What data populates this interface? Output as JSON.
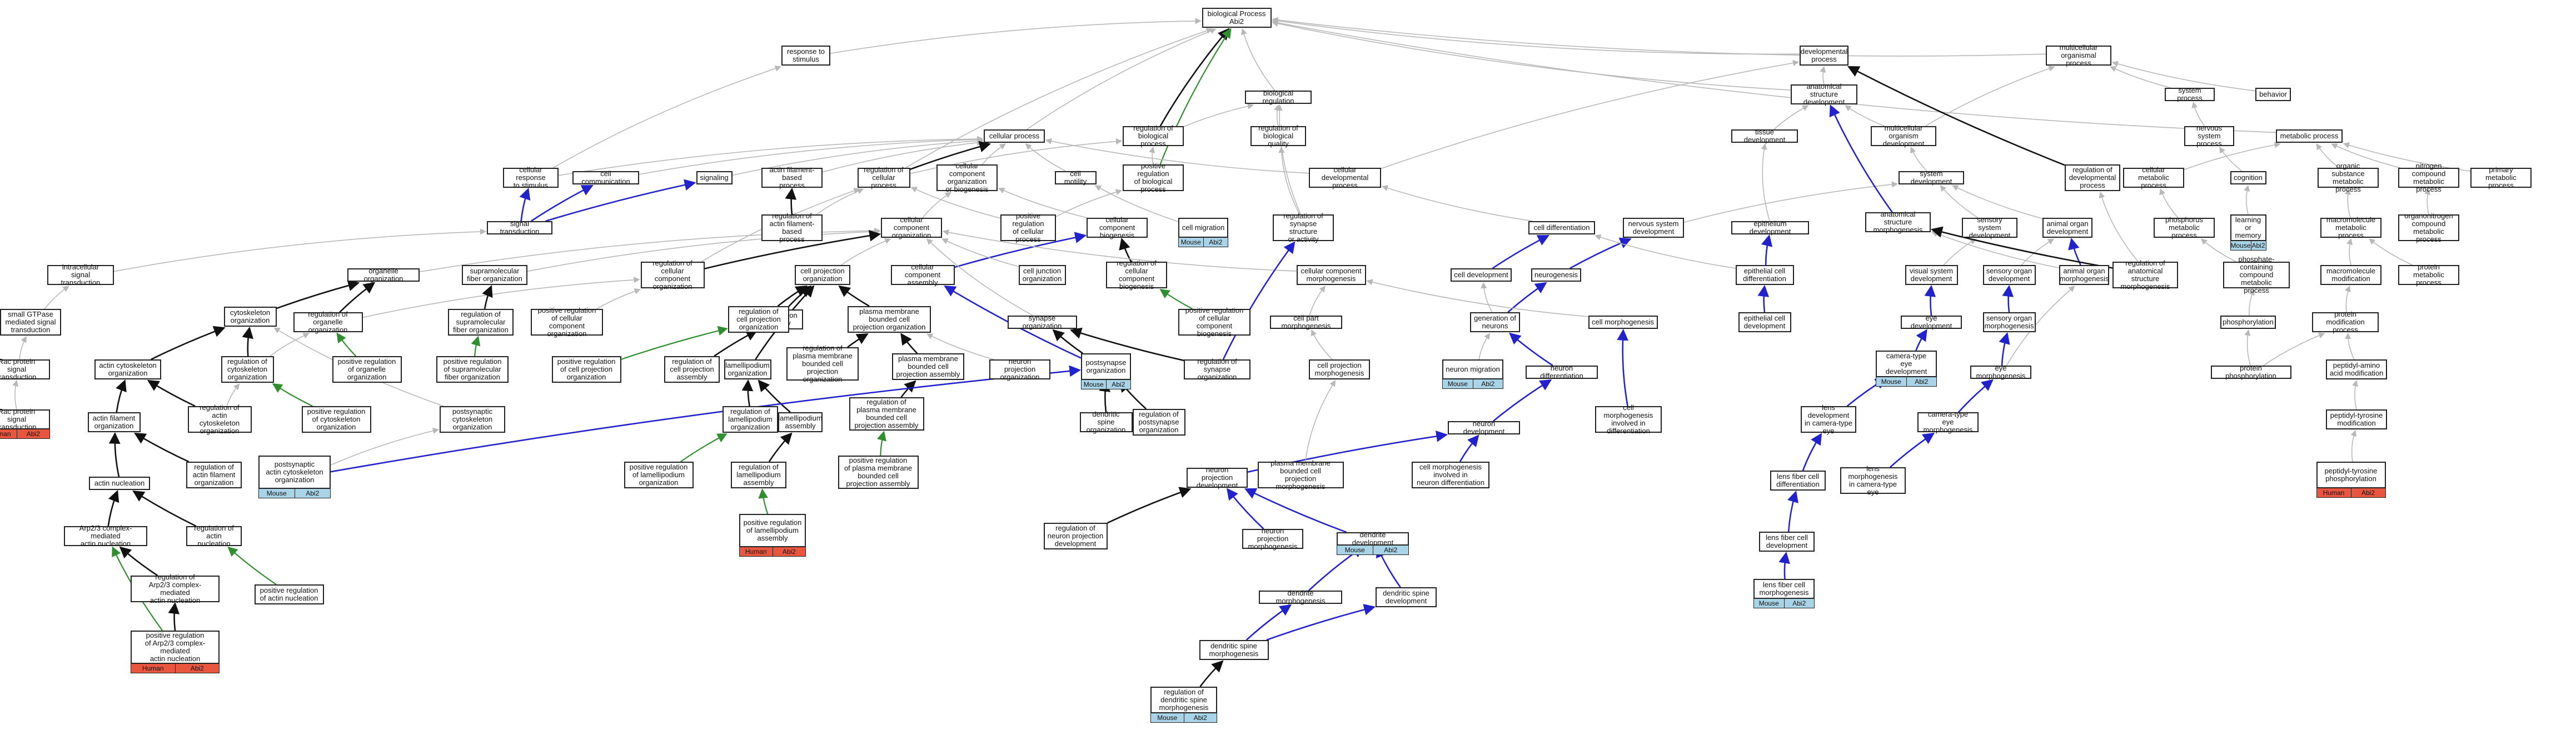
{
  "colors": {
    "human": "#e8563f",
    "mouse": "#a9d3e6",
    "edge_gray": "#b8b8b8",
    "edge_black": "#111111",
    "edge_blue": "#2222cc",
    "edge_green": "#2f8f2f"
  },
  "tag_labels": {
    "human": "Human",
    "mouse": "Mouse",
    "gene": "Abi2"
  },
  "nodes": [
    {
      "id": "bp",
      "label": "biological Process\nAbi2"
    },
    {
      "id": "resp",
      "label": "response to\nstimulus"
    },
    {
      "id": "dev",
      "label": "developmental\nprocess"
    },
    {
      "id": "multi",
      "label": "multicellular\norganismal process"
    },
    {
      "id": "bioreg",
      "label": "biological regulation"
    },
    {
      "id": "asd",
      "label": "anatomical structure\ndevelopment"
    },
    {
      "id": "sysproc",
      "label": "system process"
    },
    {
      "id": "behavior",
      "label": "behavior"
    },
    {
      "id": "cellproc",
      "label": "cellular process"
    },
    {
      "id": "regbp",
      "label": "regulation of\nbiological process"
    },
    {
      "id": "regbq",
      "label": "regulation of\nbiological quality"
    },
    {
      "id": "tissue",
      "label": "tissue development"
    },
    {
      "id": "mod",
      "label": "multicellular\norganism development"
    },
    {
      "id": "nsp",
      "label": "nervous system\nprocess"
    },
    {
      "id": "metab",
      "label": "metabolic process"
    },
    {
      "id": "crs",
      "label": "cellular response\nto stimulus"
    },
    {
      "id": "cellcomm",
      "label": "cell communication"
    },
    {
      "id": "signaling",
      "label": "signaling"
    },
    {
      "id": "afbp",
      "label": "actin filament-based\nprocess"
    },
    {
      "id": "regcp",
      "label": "regulation of\ncellular process"
    },
    {
      "id": "ccob",
      "label": "cellular component\norganization\nor biogenesis"
    },
    {
      "id": "motility",
      "label": "cell motility"
    },
    {
      "id": "posregbp",
      "label": "positive regulation\nof biological\nprocess"
    },
    {
      "id": "cdp",
      "label": "cellular developmental\nprocess"
    },
    {
      "id": "sysdev",
      "label": "system development"
    },
    {
      "id": "regdev",
      "label": "regulation of\ndevelopmental\nprocess"
    },
    {
      "id": "cmp",
      "label": "cellular metabolic\nprocess"
    },
    {
      "id": "cognition",
      "label": "cognition"
    },
    {
      "id": "osmp",
      "label": "organic substance\nmetabolic process"
    },
    {
      "id": "ncmp",
      "label": "nitrogen compound\nmetabolic process"
    },
    {
      "id": "pmp",
      "label": "primary metabolic\nprocess"
    },
    {
      "id": "sigtrans",
      "label": "signal transduction"
    },
    {
      "id": "regafbp",
      "label": "regulation of\nactin filament-based\nprocess"
    },
    {
      "id": "cco",
      "label": "cellular component\norganization"
    },
    {
      "id": "posregcp",
      "label": "positive regulation\nof cellular\nprocess"
    },
    {
      "id": "ccb",
      "label": "cellular component\nbiogenesis"
    },
    {
      "id": "migration",
      "label": "cell migration"
    },
    {
      "id": "regsyn",
      "label": "regulation of\nsynapse structure\nor activity"
    },
    {
      "id": "celldiff",
      "label": "cell differentiation"
    },
    {
      "id": "nsd",
      "label": "nervous system\ndevelopment"
    },
    {
      "id": "epidev",
      "label": "epithelium development"
    },
    {
      "id": "asm",
      "label": "anatomical structure\nmorphogenesis"
    },
    {
      "id": "sensdev",
      "label": "sensory system\ndevelopment"
    },
    {
      "id": "aod",
      "label": "animal organ\ndevelopment"
    },
    {
      "id": "phosmp",
      "label": "phosphorus metabolic\nprocess"
    },
    {
      "id": "learning",
      "label": "learning or\nmemory"
    },
    {
      "id": "macromp",
      "label": "macromolecule\nmetabolic process"
    },
    {
      "id": "ocmp",
      "label": "organonitrogen\ncompound metabolic\nprocess"
    },
    {
      "id": "ist",
      "label": "intracellular\nsignal transduction"
    },
    {
      "id": "orgorg",
      "label": "organelle organization"
    },
    {
      "id": "supfib",
      "label": "supramolecular\nfiber organization"
    },
    {
      "id": "regcco",
      "label": "regulation of\ncellular component\norganization"
    },
    {
      "id": "cpo",
      "label": "cell projection\norganization"
    },
    {
      "id": "cca",
      "label": "cellular component\nassembly"
    },
    {
      "id": "junction",
      "label": "cell junction\norganization"
    },
    {
      "id": "regccb",
      "label": "regulation of\ncellular component\nbiogenesis"
    },
    {
      "id": "ccmorph",
      "label": "cellular component\nmorphogenesis"
    },
    {
      "id": "celldev",
      "label": "cell development"
    },
    {
      "id": "neurogenesis",
      "label": "neurogenesis"
    },
    {
      "id": "epidiff",
      "label": "epithelial cell\ndifferentiation"
    },
    {
      "id": "visdev",
      "label": "visual system\ndevelopment"
    },
    {
      "id": "soddev",
      "label": "sensory organ\ndevelopment"
    },
    {
      "id": "aom",
      "label": "animal organ\nmorphogenesis"
    },
    {
      "id": "regasm",
      "label": "regulation of\nanatomical structure\nmorphogenesis"
    },
    {
      "id": "pccmp",
      "label": "phosphate-containing\ncompound metabolic\nprocess"
    },
    {
      "id": "mmod",
      "label": "macromolecule\nmodification"
    },
    {
      "id": "protmp",
      "label": "protein metabolic\nprocess"
    },
    {
      "id": "smallgtp",
      "label": "small GTPase\nmediated signal\ntransduction"
    },
    {
      "id": "cytorg",
      "label": "cytoskeleton\norganization"
    },
    {
      "id": "regorg",
      "label": "regulation of\norganelle organization"
    },
    {
      "id": "regsupfib",
      "label": "regulation of\nsupramolecular\nfiber organization"
    },
    {
      "id": "posregcco",
      "label": "positive regulation\nof cellular\ncomponent organization"
    },
    {
      "id": "cpa",
      "label": "cell projection\nassembly"
    },
    {
      "id": "regcpo",
      "label": "regulation of\ncell projection\norganization"
    },
    {
      "id": "pmbcp",
      "label": "plasma membrane\nbounded cell\nprojection organization"
    },
    {
      "id": "synorg",
      "label": "synapse organization"
    },
    {
      "id": "posregccb",
      "label": "positive regulation\nof cellular\ncomponent biogenesis"
    },
    {
      "id": "cellpartmorph",
      "label": "cell part morphogenesis"
    },
    {
      "id": "gen",
      "label": "generation of\nneurons"
    },
    {
      "id": "cellmorph",
      "label": "cell morphogenesis"
    },
    {
      "id": "epidevcell",
      "label": "epithelial cell\ndevelopment"
    },
    {
      "id": "eyedev",
      "label": "eye development"
    },
    {
      "id": "somorph",
      "label": "sensory organ\nmorphogenesis"
    },
    {
      "id": "phosphorylation",
      "label": "phosphorylation"
    },
    {
      "id": "protmod",
      "label": "protein modification\nprocess"
    },
    {
      "id": "rac",
      "label": "Rac protein\nsignal transduction"
    },
    {
      "id": "actinorg",
      "label": "actin cytoskeleton\norganization"
    },
    {
      "id": "regcyt",
      "label": "regulation of\ncytoskeleton\norganization"
    },
    {
      "id": "posregorg",
      "label": "positive regulation\nof organelle\norganization"
    },
    {
      "id": "posregsup",
      "label": "positive regulation\nof supramolecular\nfiber organization"
    },
    {
      "id": "posregcpo",
      "label": "positive regulation\nof cell projection\norganization"
    },
    {
      "id": "regcpa",
      "label": "regulation of\ncell projection\nassembly"
    },
    {
      "id": "lamorg",
      "label": "lamellipodium\norganization"
    },
    {
      "id": "regpmbcp",
      "label": "regulation of\nplasma membrane\nbounded cell\nprojection organization"
    },
    {
      "id": "pmbcpa",
      "label": "plasma membrane\nbounded cell\nprojection assembly"
    },
    {
      "id": "npo",
      "label": "neuron projection\norganization"
    },
    {
      "id": "postsyn",
      "label": "postsynapse\norganization"
    },
    {
      "id": "regsynorg",
      "label": "regulation of\nsynapse organization"
    },
    {
      "id": "cpmorph",
      "label": "cell projection\nmorphogenesis"
    },
    {
      "id": "neuromig",
      "label": "neuron migration"
    },
    {
      "id": "neurodiff",
      "label": "neuron differentiation"
    },
    {
      "id": "camdev",
      "label": "camera-type\neye development"
    },
    {
      "id": "eyemorph",
      "label": "eye morphogenesis"
    },
    {
      "id": "protphos",
      "label": "protein phosphorylation"
    },
    {
      "id": "peptaa",
      "label": "peptidyl-amino\nacid modification"
    },
    {
      "id": "rac2",
      "label": "Rac protein\nsignal transduction"
    },
    {
      "id": "actfil",
      "label": "actin filament\norganization"
    },
    {
      "id": "regactorg",
      "label": "regulation of\nactin cytoskeleton\norganization"
    },
    {
      "id": "posregcyt",
      "label": "positive regulation\nof cytoskeleton\norganization"
    },
    {
      "id": "postcyt",
      "label": "postsynaptic\ncytoskeleton\norganization"
    },
    {
      "id": "reglamorg",
      "label": "regulation of\nlamellipodium\norganization"
    },
    {
      "id": "lamass",
      "label": "lamellipodium\nassembly"
    },
    {
      "id": "regpmbcpa",
      "label": "regulation of\nplasma membrane\nbounded cell\nprojection assembly"
    },
    {
      "id": "dsm",
      "label": "dendritic spine\norganization"
    },
    {
      "id": "regpostsyn",
      "label": "regulation of\npostsynapse\norganization"
    },
    {
      "id": "neurodev",
      "label": "neuron development"
    },
    {
      "id": "cmnd",
      "label": "cell morphogenesis\ninvolved in\ndifferentiation"
    },
    {
      "id": "lensdev",
      "label": "lens development\nin camera-type\neye"
    },
    {
      "id": "cammorph",
      "label": "camera-type\neye morphogenesis"
    },
    {
      "id": "peptyr",
      "label": "peptidyl-tyrosine\nmodification"
    },
    {
      "id": "postact",
      "label": "postsynaptic\nactin cytoskeleton\norganization"
    },
    {
      "id": "actnuc",
      "label": "actin nucleation"
    },
    {
      "id": "regactfil",
      "label": "regulation of\nactin filament\norganization"
    },
    {
      "id": "posreglam",
      "label": "positive regulation\nof lamellipodium\norganization"
    },
    {
      "id": "reglamass",
      "label": "regulation of\nlamellipodium\nassembly"
    },
    {
      "id": "posregpmb",
      "label": "positive regulation\nof plasma membrane\nbounded cell\nprojection assembly"
    },
    {
      "id": "npd",
      "label": "neuron projection\ndevelopment"
    },
    {
      "id": "pmbcpm",
      "label": "plasma membrane\nbounded cell\nprojection morphogenesis"
    },
    {
      "id": "cmnnd",
      "label": "cell morphogenesis\ninvolved in\nneuron differentiation"
    },
    {
      "id": "lensfibdiff",
      "label": "lens fiber cell\ndifferentiation"
    },
    {
      "id": "lensmorph",
      "label": "lens morphogenesis\nin camera-type\neye"
    },
    {
      "id": "peptyrphos",
      "label": "peptidyl-tyrosine\nphosphorylation"
    },
    {
      "id": "arp",
      "label": "Arp2/3 complex-mediated\nactin nucleation"
    },
    {
      "id": "regactnuc",
      "label": "regulation of\nactin nucleation"
    },
    {
      "id": "posreglamass",
      "label": "positive regulation\nof lamellipodium\nassembly"
    },
    {
      "id": "regnpd",
      "label": "regulation of\nneuron projection\ndevelopment"
    },
    {
      "id": "npmorph",
      "label": "neuron projection\nmorphogenesis"
    },
    {
      "id": "denddev",
      "label": "dendrite development"
    },
    {
      "id": "lensfibdev",
      "label": "lens fiber cell\ndevelopment"
    },
    {
      "id": "regarp",
      "label": "regulation of\nArp2/3 complex-mediated\nactin nucleation"
    },
    {
      "id": "posregactnuc",
      "label": "positive regulation\nof actin nucleation"
    },
    {
      "id": "dendmorph",
      "label": "dendrite morphogenesis"
    },
    {
      "id": "dsdev",
      "label": "dendritic spine\ndevelopment"
    },
    {
      "id": "lensfibmorph",
      "label": "lens fiber cell\nmorphogenesis"
    },
    {
      "id": "dsmorph",
      "label": "dendritic spine\nmorphogenesis"
    },
    {
      "id": "posregarp",
      "label": "positive regulation\nof Arp2/3 complex-mediated\nactin nucleation"
    },
    {
      "id": "regdsm",
      "label": "regulation of\ndendritic spine\nmorphogenesis"
    }
  ]
}
